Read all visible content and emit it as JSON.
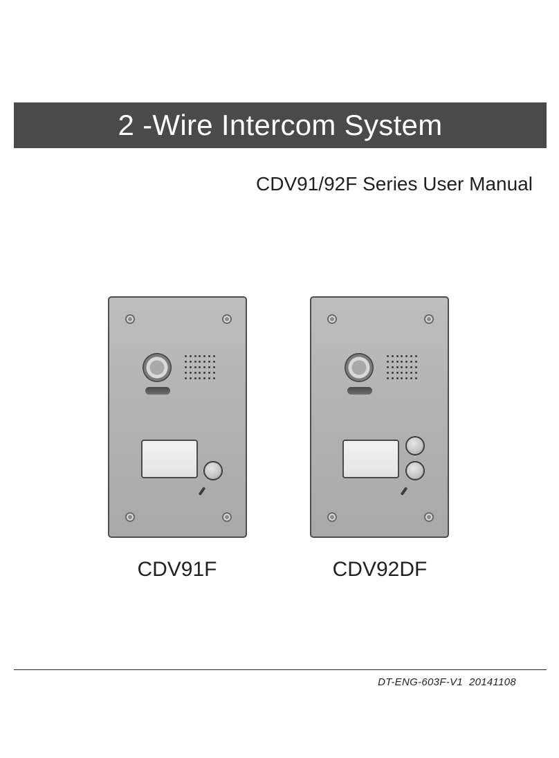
{
  "header": {
    "title": "2 -Wire Intercom System"
  },
  "subtitle": "CDV91/92F Series User Manual",
  "products": [
    {
      "model": "CDV91F",
      "call_buttons": 1
    },
    {
      "model": "CDV92DF",
      "call_buttons": 2
    }
  ],
  "footer": {
    "doc_id": "DT-ENG-603F-V1",
    "date": "20141108"
  },
  "colors": {
    "title_bar": "#4a4a4a",
    "title_text": "#ffffff",
    "panel_metal": "#b3b3b3",
    "text": "#231f20"
  }
}
